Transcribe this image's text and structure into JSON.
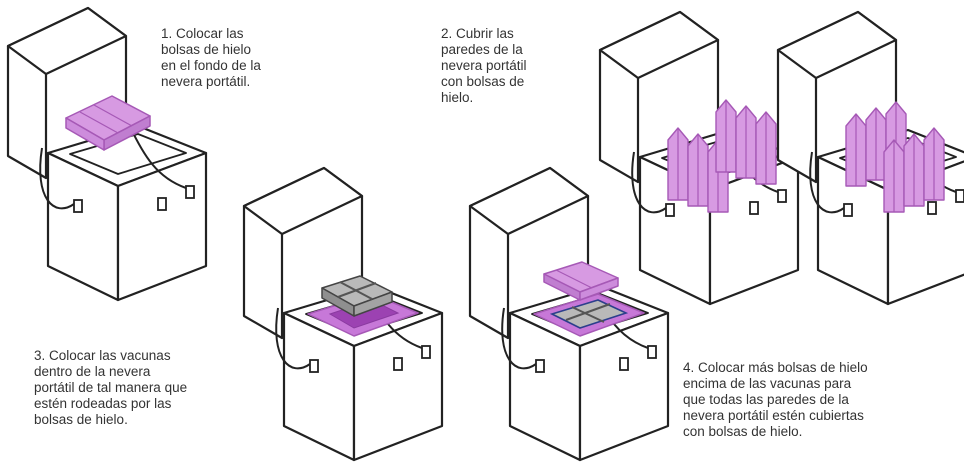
{
  "steps": [
    {
      "lines": [
        "1. Colocar las",
        "bolsas de hielo",
        "en el fondo de la",
        "nevera portátil."
      ]
    },
    {
      "lines": [
        "2. Cubrir las",
        "paredes de la",
        "nevera portátil",
        "con bolsas de",
        "hielo."
      ]
    },
    {
      "lines": [
        "3. Colocar las vacunas",
        "dentro de la nevera",
        "portátil de tal manera que",
        "estén rodeadas por las",
        "bolsas de hielo."
      ]
    },
    {
      "lines": [
        "4. Colocar más bolsas de hielo",
        "encima de las vacunas para",
        "que todas las paredes de la",
        "nevera portátil estén cubiertas",
        "con bolsas de hielo."
      ]
    }
  ],
  "colors": {
    "ice_pack": "#d79ae2",
    "ice_pack_dark": "#a659b6",
    "vaccine_box": "#b9b9b9",
    "vaccine_dark": "#555555",
    "outline": "#222222"
  }
}
